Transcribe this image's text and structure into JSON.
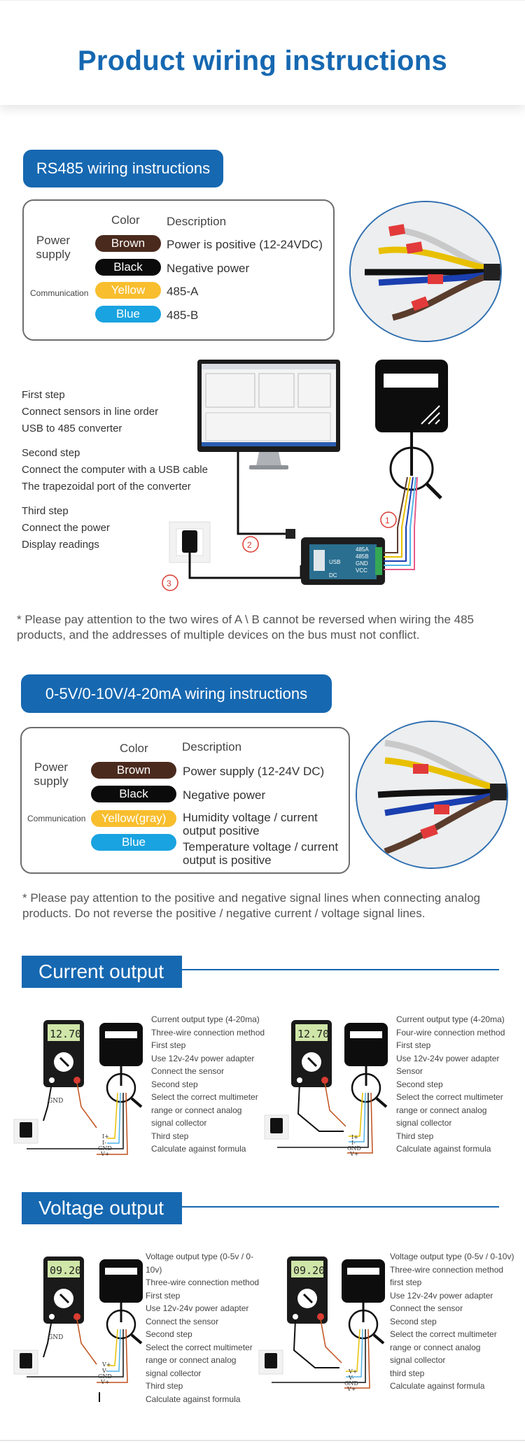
{
  "header": {
    "title": "Product wiring instructions"
  },
  "rs485": {
    "pill": "RS485 wiring instructions",
    "table": {
      "col_color": "Color",
      "col_desc": "Description",
      "power_label": "Power supply",
      "comm_label": "Communication",
      "rows": [
        {
          "color": "Brown",
          "desc": "Power is positive (12-24VDC)"
        },
        {
          "color": "Black",
          "desc": "Negative power"
        },
        {
          "color": "Yellow",
          "desc": "485-A"
        },
        {
          "color": "Blue",
          "desc": "485-B"
        }
      ]
    },
    "steps": [
      [
        "First step",
        "Connect sensors in line order",
        "USB to 485 converter"
      ],
      [
        "Second step",
        "Connect the computer with a USB cable",
        "The trapezoidal port of the converter"
      ],
      [
        "Third step",
        "Connect the power",
        "Display readings"
      ]
    ],
    "markers": [
      "①",
      "②",
      "③"
    ],
    "converter": {
      "usb": "USB",
      "dc": "DC",
      "pins": [
        "485A",
        "485B",
        "GND",
        "VCC"
      ]
    },
    "note": "* Please pay attention to the two wires of A \\ B cannot be reversed when wiring the 485 products, and the addresses of multiple devices on the bus must not conflict."
  },
  "analog": {
    "pill": "0-5V/0-10V/4-20mA wiring instructions",
    "table": {
      "col_color": "Color",
      "col_desc": "Description",
      "power_label": "Power supply",
      "comm_label": "Communication",
      "rows": [
        {
          "color": "Brown",
          "desc": "Power supply (12-24V DC)"
        },
        {
          "color": "Black",
          "desc": "Negative power"
        },
        {
          "color": "Yellow(gray)",
          "desc": "Humidity voltage / current output positive"
        },
        {
          "color": "Blue",
          "desc": "Temperature voltage / current output is positive"
        }
      ]
    },
    "note": "* Please pay attention to the positive and negative signal lines when connecting analog products. Do not reverse the positive / negative current / voltage signal lines."
  },
  "current_output": {
    "title": "Current output",
    "meter_reading": "12.70",
    "left": {
      "lines": [
        "Current output type (4-20ma)",
        "Three-wire connection method",
        "First step",
        "Use 12v-24v power adapter",
        "Connect the sensor",
        "Second step",
        "Select the correct multimeter",
        "range or connect analog",
        "signal collector",
        "Third step",
        "Calculate against formula"
      ],
      "wire_labels": [
        "GND",
        "I+",
        "I-",
        "GND",
        "V+"
      ]
    },
    "right": {
      "lines": [
        "Current output type (4-20ma)",
        "Four-wire connection method",
        "First step",
        "Use 12v-24v power adapter",
        "Sensor",
        "Second step",
        "Select the correct multimeter",
        "range or connect analog",
        "signal collector",
        "Third step",
        "Calculate against formula"
      ],
      "wire_labels": [
        "I+",
        "I-",
        "GND",
        "V+"
      ]
    }
  },
  "voltage_output": {
    "title": "Voltage output",
    "meter_reading": "09.20",
    "left": {
      "lines": [
        "Voltage output type (0-5v / 0-10v)",
        "Three-wire connection method",
        "First step",
        "Use 12v-24v power adapter",
        "Connect the sensor",
        "Second step",
        "Select the correct multimeter",
        "range or connect analog",
        "signal collector",
        "Third step",
        "Calculate against formula"
      ],
      "wire_labels": [
        "GND",
        "V+",
        "V-",
        "GND",
        "V+"
      ]
    },
    "right": {
      "lines": [
        "Voltage output type (0-5v / 0-10v)",
        "Three-wire connection method",
        "first step",
        "Use 12v-24v power adapter",
        "Connect the sensor",
        "Second step",
        "Select the correct multimeter",
        "range or connect analog",
        "signal collector",
        "third step",
        "Calculate against formula"
      ],
      "wire_labels": [
        "V+",
        "V-",
        "GND",
        "V+"
      ]
    }
  },
  "colors": {
    "brand": "#1668b1",
    "brown": "#4a2a1d",
    "black": "#0b0b0b",
    "yellow": "#f8be2e",
    "blue": "#19a3e0",
    "red": "#d93c32"
  }
}
